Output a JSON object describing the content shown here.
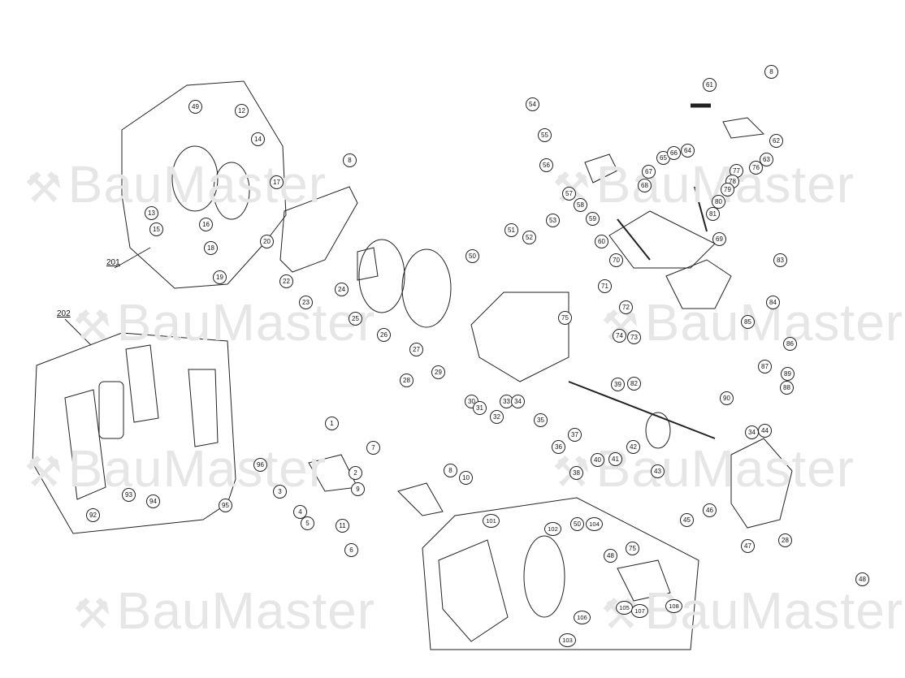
{
  "diagram": {
    "watermark_text": "BauMaster",
    "group_labels": [
      "201",
      "202"
    ],
    "callouts": [
      "49",
      "12",
      "14",
      "8",
      "17",
      "13",
      "16",
      "15",
      "18",
      "20",
      "19",
      "22",
      "23",
      "24",
      "25",
      "26",
      "27",
      "28",
      "29",
      "30",
      "31",
      "32",
      "33",
      "34",
      "35",
      "36",
      "37",
      "38",
      "39",
      "40",
      "41",
      "42",
      "43",
      "44",
      "34",
      "45",
      "46",
      "47",
      "28",
      "48",
      "50",
      "51",
      "52",
      "53",
      "54",
      "55",
      "56",
      "57",
      "58",
      "59",
      "60",
      "61",
      "62",
      "63",
      "76",
      "77",
      "78",
      "79",
      "80",
      "81",
      "64",
      "65",
      "66",
      "67",
      "68",
      "69",
      "70",
      "71",
      "72",
      "73",
      "74",
      "75",
      "83",
      "84",
      "85",
      "86",
      "87",
      "88",
      "89",
      "90",
      "82",
      "1",
      "7",
      "2",
      "3",
      "9",
      "4",
      "5",
      "11",
      "6",
      "8",
      "10",
      "101",
      "102",
      "50",
      "104",
      "75",
      "48",
      "105",
      "106",
      "107",
      "108",
      "103",
      "92",
      "93",
      "94",
      "95",
      "96",
      "8"
    ]
  }
}
